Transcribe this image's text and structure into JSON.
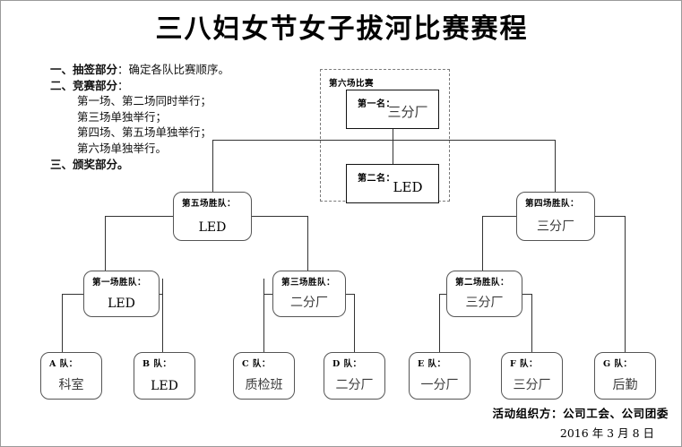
{
  "document": {
    "title": "三八妇女节女子拔河比赛赛程"
  },
  "notes": {
    "lines": [
      {
        "head": "一、抽签部分",
        "body": "：确定各队比赛顺序。",
        "indent": false
      },
      {
        "head": "二、竞赛部分",
        "body": "：",
        "indent": false
      },
      {
        "head": "",
        "body": "第一场、第二场同时举行；",
        "indent": true
      },
      {
        "head": "",
        "body": "第三场单独举行；",
        "indent": true
      },
      {
        "head": "",
        "body": "第四场、第五场单独举行；",
        "indent": true
      },
      {
        "head": "",
        "body": "第六场单独举行。",
        "indent": true
      },
      {
        "head": "三、颁奖部分。",
        "body": "",
        "indent": false
      }
    ]
  },
  "final_group": {
    "caption": "第六场比赛",
    "first": {
      "label": "第一名：",
      "value": "三分厂"
    },
    "second": {
      "label": "第二名：",
      "value": "LED"
    }
  },
  "bracket": {
    "semifinals": [
      {
        "label": "第五场胜队：",
        "value": "LED"
      },
      {
        "label": "第四场胜队：",
        "value": "三分厂"
      }
    ],
    "quarterfinals": [
      {
        "label": "第一场胜队：",
        "value": "LED"
      },
      {
        "label": "第三场胜队：",
        "value": "二分厂"
      },
      {
        "label": "第二场胜队：",
        "value": "三分厂"
      }
    ],
    "teams": [
      {
        "label": "A 队：",
        "value": "科室"
      },
      {
        "label": "B 队：",
        "value": "LED"
      },
      {
        "label": "C 队：",
        "value": "质检班"
      },
      {
        "label": "D 队：",
        "value": "二分厂"
      },
      {
        "label": "E 队：",
        "value": "一分厂"
      },
      {
        "label": "F 队：",
        "value": "三分厂"
      },
      {
        "label": "G 队：",
        "value": "后勤"
      }
    ]
  },
  "footer": {
    "organizer": "活动组织方：公司工会、公司团委",
    "date": "2016 年 3 月 8 日"
  },
  "colors": {
    "line": "#333333",
    "box_border": "#555555",
    "dashed_border": "#7a7a7a",
    "text": "#000000",
    "value_text": "#3b3b3b"
  }
}
